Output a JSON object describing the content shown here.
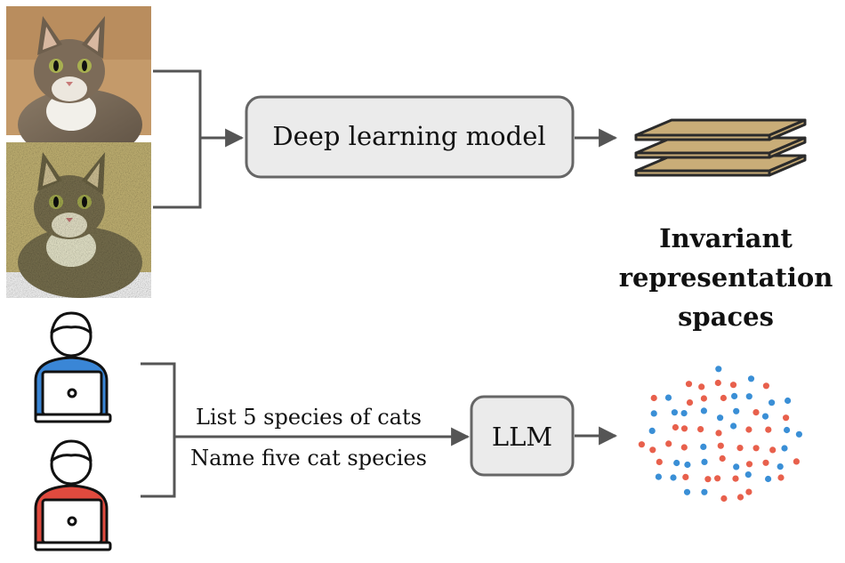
{
  "top": {
    "model_label": "Deep learning model",
    "images": [
      {
        "icon": "cat-photo-original"
      },
      {
        "icon": "cat-photo-noisy"
      }
    ],
    "output_icon": "stacked-layers-icon"
  },
  "caption": {
    "line1": "Invariant",
    "line2": "representation",
    "line3": "spaces"
  },
  "bottom": {
    "prompt_1": "List 5 species of cats",
    "prompt_2": "Name five cat species",
    "model_label": "LLM",
    "users": [
      {
        "icon": "user-laptop-icon",
        "shirt_color": "#3a86d6"
      },
      {
        "icon": "user-laptop-icon",
        "shirt_color": "#e04a3e"
      }
    ],
    "output_icon": "scatter-cloud-icon"
  },
  "colors": {
    "box_fill": "#ebebeb",
    "box_stroke": "#666666",
    "arrow": "#555555",
    "layer_fill": "#c9ad78",
    "layer_stroke": "#2b2b2b",
    "dot_red": "#e8604c",
    "dot_blue": "#3a8fd6"
  }
}
